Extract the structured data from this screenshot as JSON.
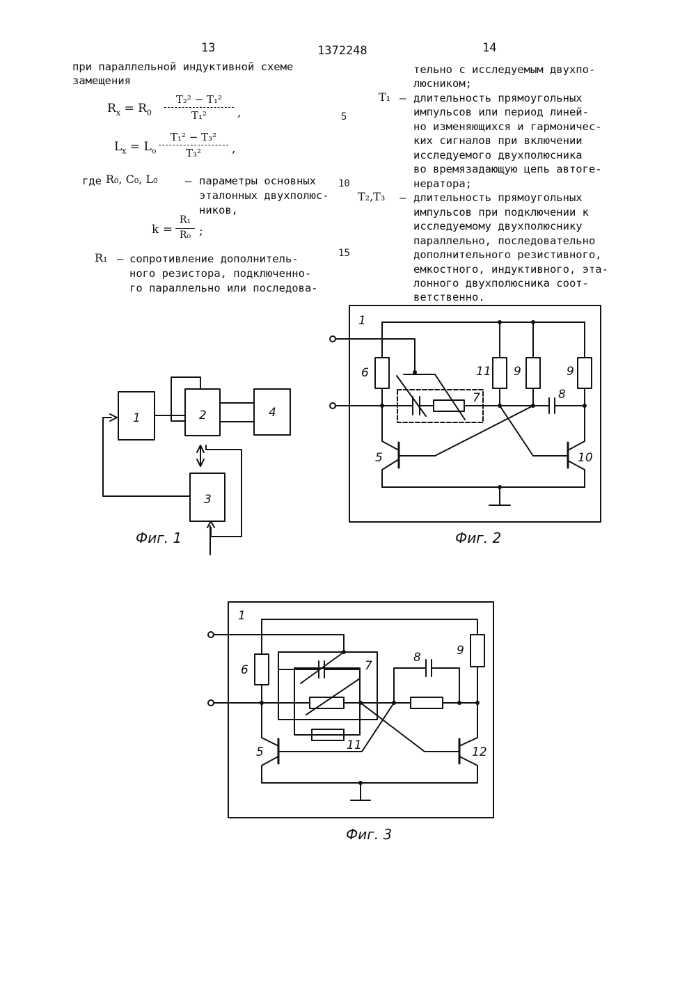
{
  "header": {
    "left_page": "13",
    "patent_no": "1372248",
    "right_page": "14"
  },
  "left_column": {
    "intro_lines": [
      "при параллельной индуктивной схеме",
      "замещения"
    ],
    "formula_rx": {
      "lhs": "R",
      "lhs_sub": "x",
      "eq": "= R",
      "base_sub": "0",
      "num": "T₂² − T₁²",
      "den": "T₁²",
      "tail": ","
    },
    "formula_lx": {
      "lhs": "L",
      "lhs_sub": "x",
      "eq": "= L",
      "base_sub": "o",
      "num": "T₁² − T₃²",
      "den": "T₃²",
      "tail": ","
    },
    "where_label": "где",
    "params_symbols": "R₀, C₀, L₀",
    "params_desc": [
      "параметры основных",
      "эталонных двухполюс-",
      "ников,"
    ],
    "formula_k": {
      "lhs": "k =",
      "num": "R₁",
      "den": "R₀",
      "tail": ";"
    },
    "r1_symbol": "R₁",
    "r1_desc": [
      "сопротивление дополнитель-",
      "ного резистора, подключенно-",
      "го параллельно или последова-"
    ]
  },
  "right_column": {
    "cont_lines": [
      "тельно с исследуемым двухпо-",
      "люсником;"
    ],
    "t1_symbol": "T₁",
    "t1_desc": [
      "длительность прямоугольных",
      "импульсов или период линей-",
      "но изменяющихся и гармоничес-",
      "ких сигналов при включении",
      "исследуемого двухполюсника",
      "во времязадающую цепь автоге-",
      "нератора;"
    ],
    "t23_symbol": "T₂,T₃",
    "t23_desc": [
      "длительность прямоугольных",
      "импульсов при подключении к",
      "исследуемому двухполюснику",
      "параллельно, последовательно",
      "дополнительного резистивного,",
      "емкостного, индуктивного, эта-",
      "лонного двухполюсника соот-",
      "ветственно."
    ]
  },
  "line_numbers": [
    "5",
    "10",
    "15"
  ],
  "figures": {
    "fig1": {
      "caption": "Фиг. 1",
      "blocks": [
        "1",
        "2",
        "3",
        "4"
      ]
    },
    "fig2": {
      "caption": "Фиг. 2",
      "labels": [
        "1",
        "6",
        "11",
        "9",
        "9",
        "7",
        "8",
        "5",
        "10"
      ]
    },
    "fig3": {
      "caption": "Фиг. 3",
      "labels": [
        "1",
        "6",
        "7",
        "8",
        "9",
        "5",
        "11",
        "12"
      ]
    }
  }
}
